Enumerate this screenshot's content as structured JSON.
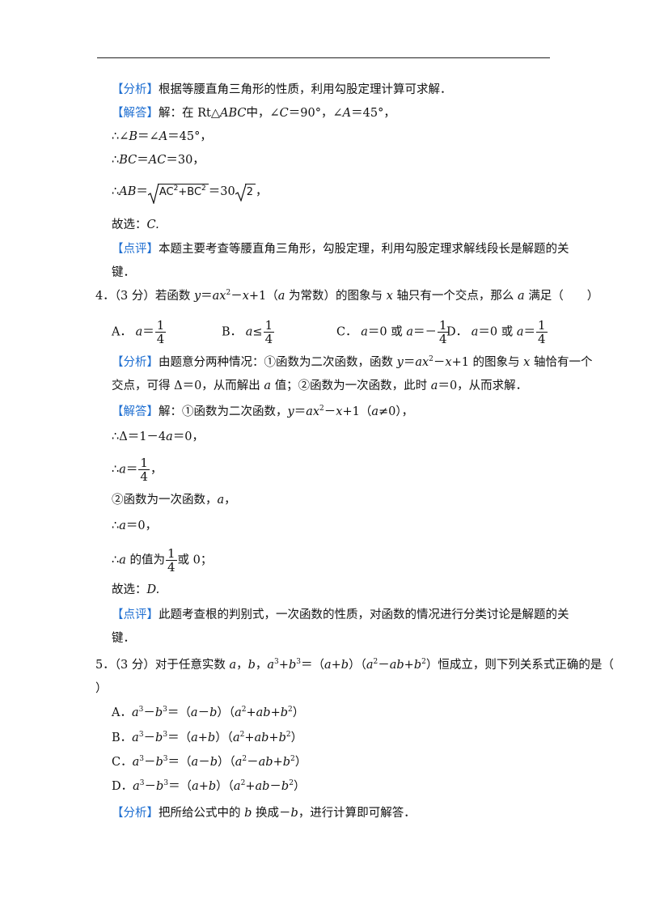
{
  "q3_tail": {
    "analysis_tag": "【分析】",
    "analysis_text": "根据等腰直角三角形的性质，利用勾股定理计算可求解．",
    "answer_tag": "【解答】",
    "answer_intro": "解：在",
    "line1_mid": "中，∠",
    "line1_c": "C＝90°，∠",
    "line1_a": "A＝45°，",
    "therefore": "∴",
    "step2": "∠B＝∠A＝45°，",
    "step3": "BC＝AC＝30，",
    "step4_lhs": "AB＝",
    "step4_rad": "AC²+BC²",
    "step4_rhs": "＝30",
    "step4_rad2": "2",
    "step4_end": "，",
    "choice_label": "故选：",
    "choice": "C.",
    "comment_tag": "【点评】",
    "comment_text_1": "本题主要考查等腰直角三角形，勾股定理，利用勾股定理求解线段长是解题的关",
    "comment_text_2": "键．"
  },
  "q4": {
    "number": "4．",
    "score": "（3 分）若函数",
    "stem_end": "的图象与",
    "stem_end2": "轴只有一个交点，那么",
    "stem_end3": "满足（　　）",
    "options": [
      "A．",
      "B．",
      "C．",
      "D．"
    ],
    "opt_a_val_n": "1",
    "opt_a_val_d": "4",
    "opt_c_text": "＝0 或",
    "opt_d_text": "＝0 或",
    "analysis_tag": "【分析】",
    "analysis_1": "由题意分两种情况：①函数为二次函数，函数",
    "analysis_1b": "的图象与",
    "analysis_1c": "轴恰有一个",
    "analysis_2": "交点，可得 Δ＝0，从而解出",
    "analysis_2b": "值；②函数为一次函数，此时",
    "analysis_2c": "＝0，从而求解．",
    "answer_tag": "【解答】",
    "answer_1": "解：①函数为二次函数，",
    "answer_1b": "（",
    "answer_1c": "≠0），",
    "step_delta": "∴Δ＝1－4a＝0，",
    "step_a_eq": "∴a＝",
    "step_a_end": "，",
    "case2": "②函数为一次函数，",
    "step_a0": "∴a＝0，",
    "step_val": "∴a 的值为",
    "step_val_end": "或 0；",
    "choice_label": "故选：",
    "choice": "D.",
    "comment_tag": "【点评】",
    "comment_1": "此题考查根的判别式，一次函数的性质，对函数的情况进行分类讨论是解题的关",
    "comment_2": "键．"
  },
  "q5": {
    "number": "5．",
    "stem": "（3 分）对于任意实数",
    "stem_b": "恒成立，则下列关系式正确的是（",
    "stem_close": "）",
    "opt_a": "A．",
    "opt_b": "B．",
    "opt_c": "C．",
    "opt_d": "D．",
    "analysis_tag": "【分析】",
    "analysis_1": "把所给公式中的",
    "analysis_2": "换成－",
    "analysis_3": "，进行计算即可解答．"
  }
}
